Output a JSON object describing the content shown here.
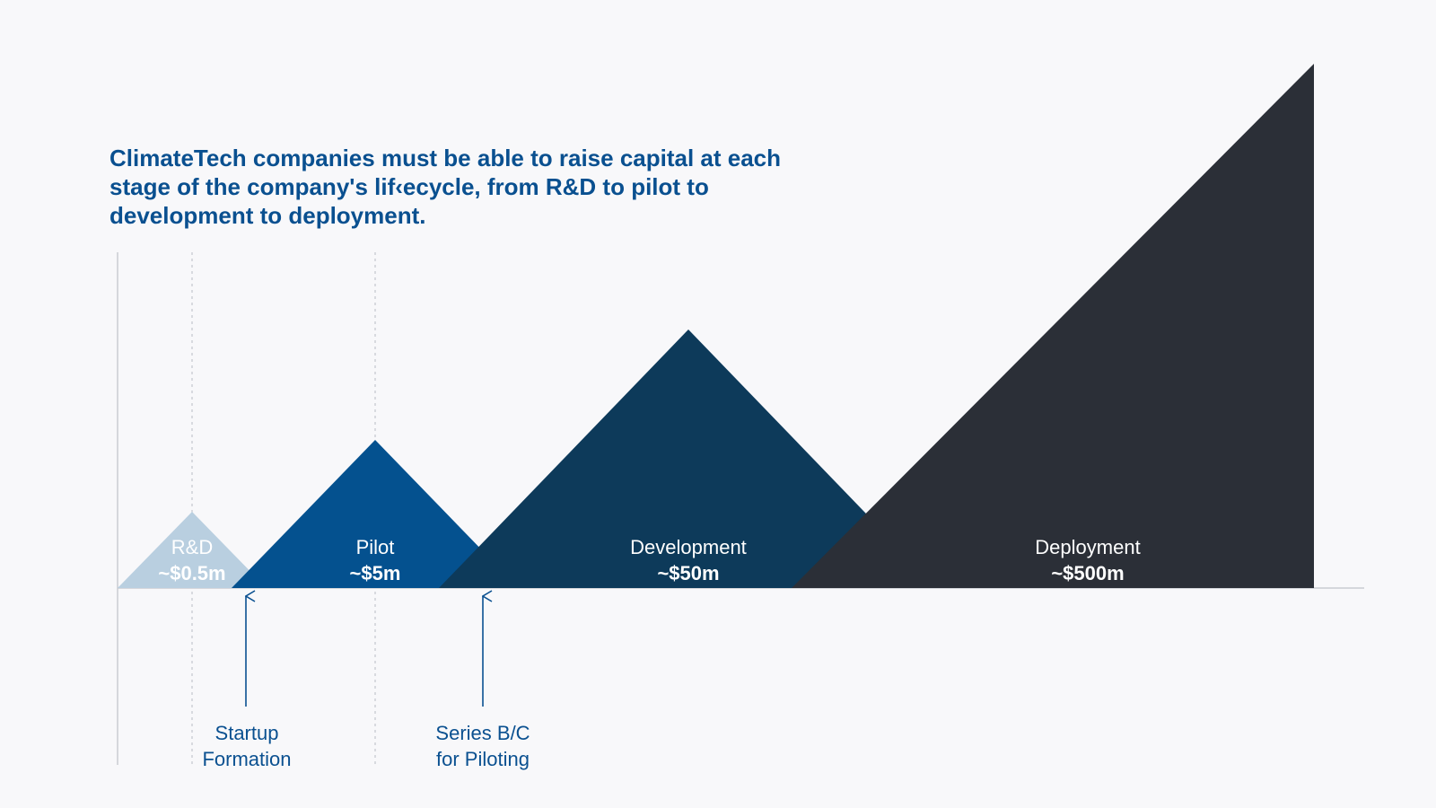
{
  "headline": "ClimateTech companies must be able to raise capital at each stage of the company's lif‹ecycle, from R&D to pilot to development to deployment.",
  "colors": {
    "background": "#f8f8fa",
    "headline": "#0a5090",
    "rnd": "#b9cfe0",
    "pilot": "#04518f",
    "development": "#0d3a5a",
    "deployment": "#2b2f37",
    "axis": "#c9ccd2",
    "arrow": "#0a5090"
  },
  "stages": [
    {
      "label": "R&D",
      "value": "~$0.5m"
    },
    {
      "label": "Pilot",
      "value": "~$5m"
    },
    {
      "label": "Development",
      "value": "~$50m"
    },
    {
      "label": "Deployment",
      "value": "~$500m"
    }
  ],
  "milestones": [
    {
      "line1": "Startup",
      "line2": "Formation"
    },
    {
      "line1": "Series B/C",
      "line2": "for Piloting"
    }
  ]
}
